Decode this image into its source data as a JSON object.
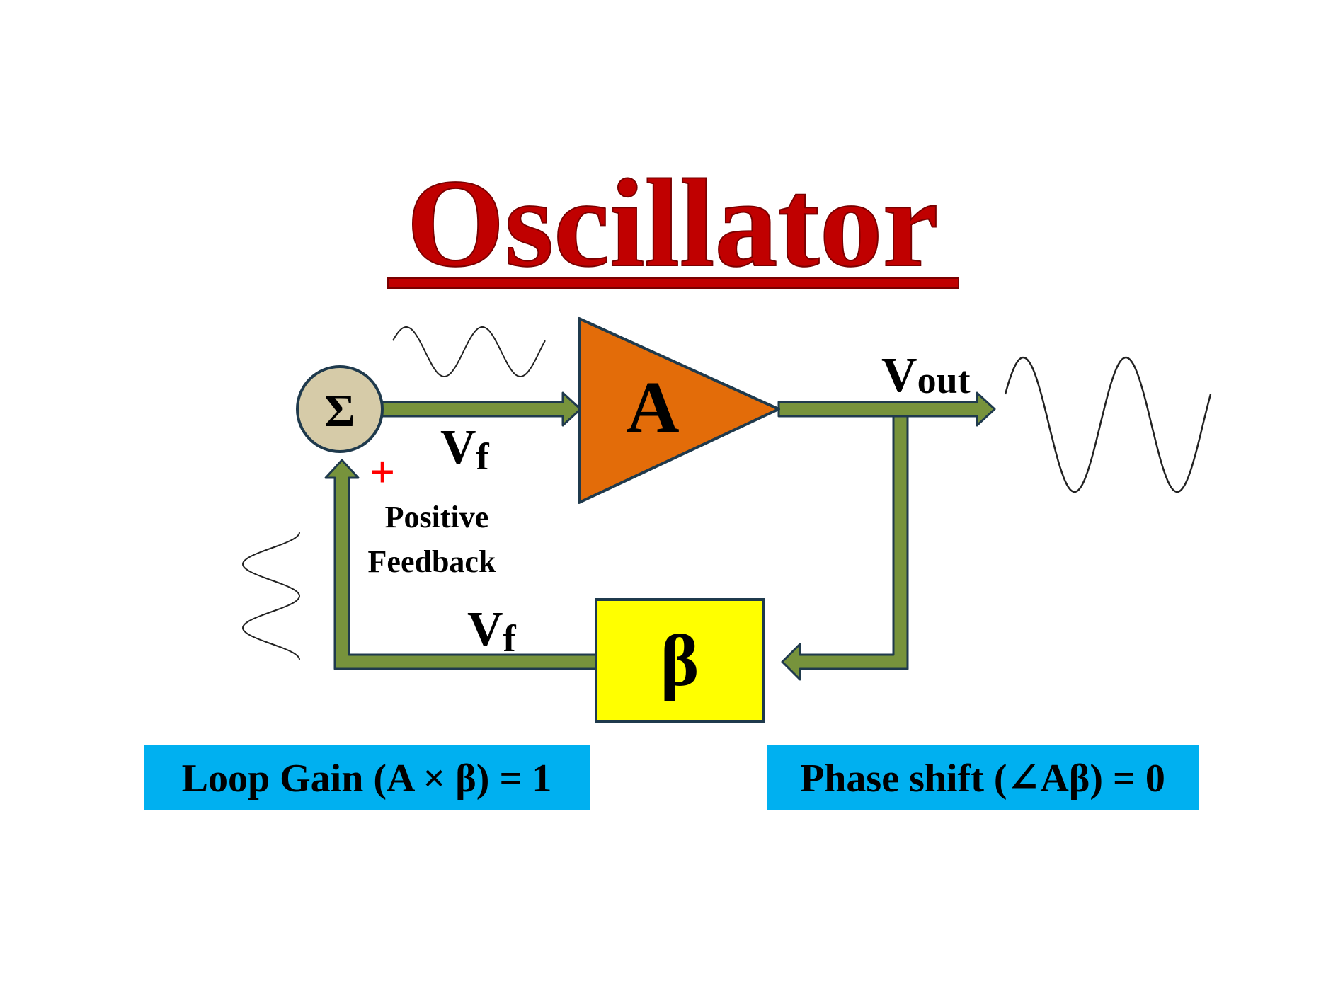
{
  "title": "Oscillator",
  "blocks": {
    "summer_symbol": "Σ",
    "amplifier_label": "A",
    "feedback_label": "β"
  },
  "signals": {
    "forward_main": "V",
    "forward_sub": "f",
    "output_main": "V",
    "output_sub": "out",
    "feedback_main": "V",
    "feedback_sub": "f"
  },
  "feedback_note": {
    "sign": "+",
    "line1": "Positive",
    "line2": "Feedback"
  },
  "conditions": {
    "loop_gain": "Loop Gain (A × β) = 1",
    "phase_shift": "Phase shift (∠Aβ) = 0"
  },
  "colors": {
    "title": "#C00000",
    "amplifier": "#E36C09",
    "beta_block": "#FFFF00",
    "summer": "#D6CBA8",
    "wire": "#77933C",
    "condition_box": "#00B0F0",
    "plus_sign": "#FF0000"
  },
  "icons": {
    "summer": "sigma-junction-icon",
    "input_wave": "small-sine-wave-icon",
    "output_wave": "large-sine-wave-icon",
    "feedback_wave": "vertical-sine-wave-icon"
  }
}
